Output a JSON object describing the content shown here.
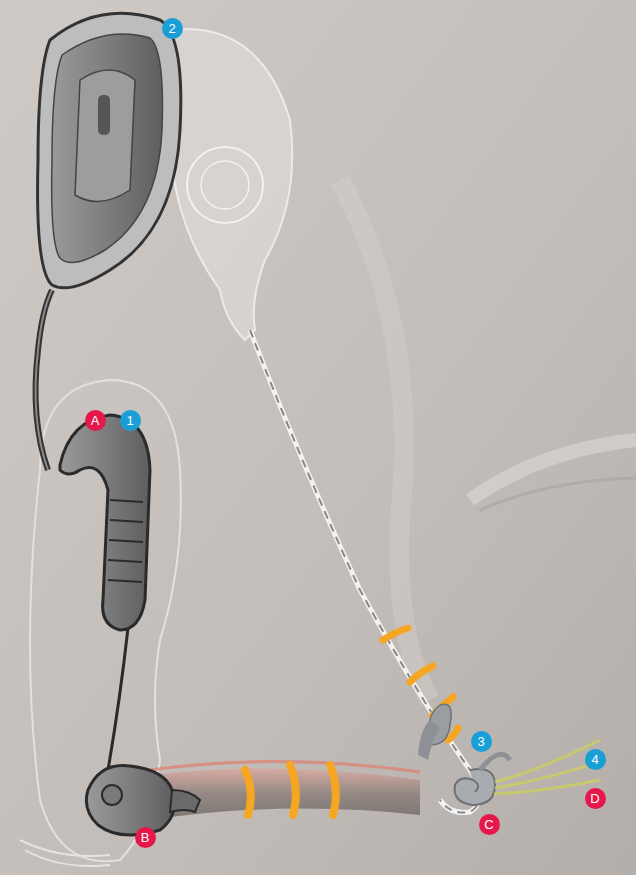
{
  "diagram": {
    "labels": [
      "2",
      "A",
      "1",
      "3",
      "4",
      "D",
      "C",
      "B"
    ]
  }
}
